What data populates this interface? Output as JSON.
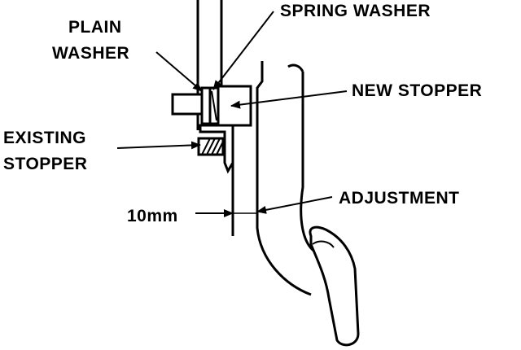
{
  "labels": {
    "plain_washer_line1": "PLAIN",
    "plain_washer_line2": "WASHER",
    "spring_washer": "SPRING WASHER",
    "new_stopper": "NEW STOPPER",
    "existing_stopper_line1": "EXISTING",
    "existing_stopper_line2": "STOPPER",
    "adjustment": "ADJUSTMENT",
    "dimension": "10mm"
  },
  "colors": {
    "ink": "#000000",
    "paper": "#ffffff"
  }
}
